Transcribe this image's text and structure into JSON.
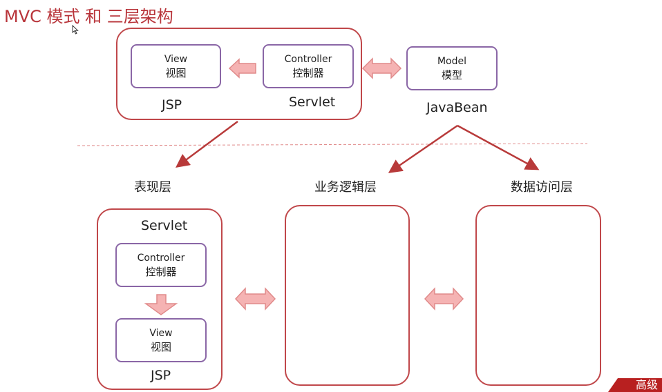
{
  "title": "MVC 模式 和 三层架构",
  "mvc": {
    "view": {
      "en": "View",
      "zh": "视图"
    },
    "controller": {
      "en": "Controller",
      "zh": "控制器"
    },
    "model": {
      "en": "Model",
      "zh": "模型"
    },
    "jsp_label": "JSP",
    "servlet_label": "Servlet",
    "javabean_label": "JavaBean"
  },
  "layers": {
    "presentation": "表现层",
    "business": "业务逻辑层",
    "data_access": "数据访问层"
  },
  "presentation_box": {
    "servlet_label": "Servlet",
    "controller": {
      "en": "Controller",
      "zh": "控制器"
    },
    "view": {
      "en": "View",
      "zh": "视图"
    },
    "jsp_label": "JSP"
  },
  "badge": "高级",
  "colors": {
    "title": "#b8343a",
    "group_border": "#c0474a",
    "node_border": "#8a66a6",
    "arrow_fill": "#f5b3b3",
    "arrow_stroke": "#e08a8a",
    "connector": "#b83a3a",
    "divider": "#e08a8a"
  },
  "icons": [
    "mouse-cursor-icon",
    "double-arrow-icon",
    "left-arrow-icon",
    "down-arrow-icon"
  ]
}
